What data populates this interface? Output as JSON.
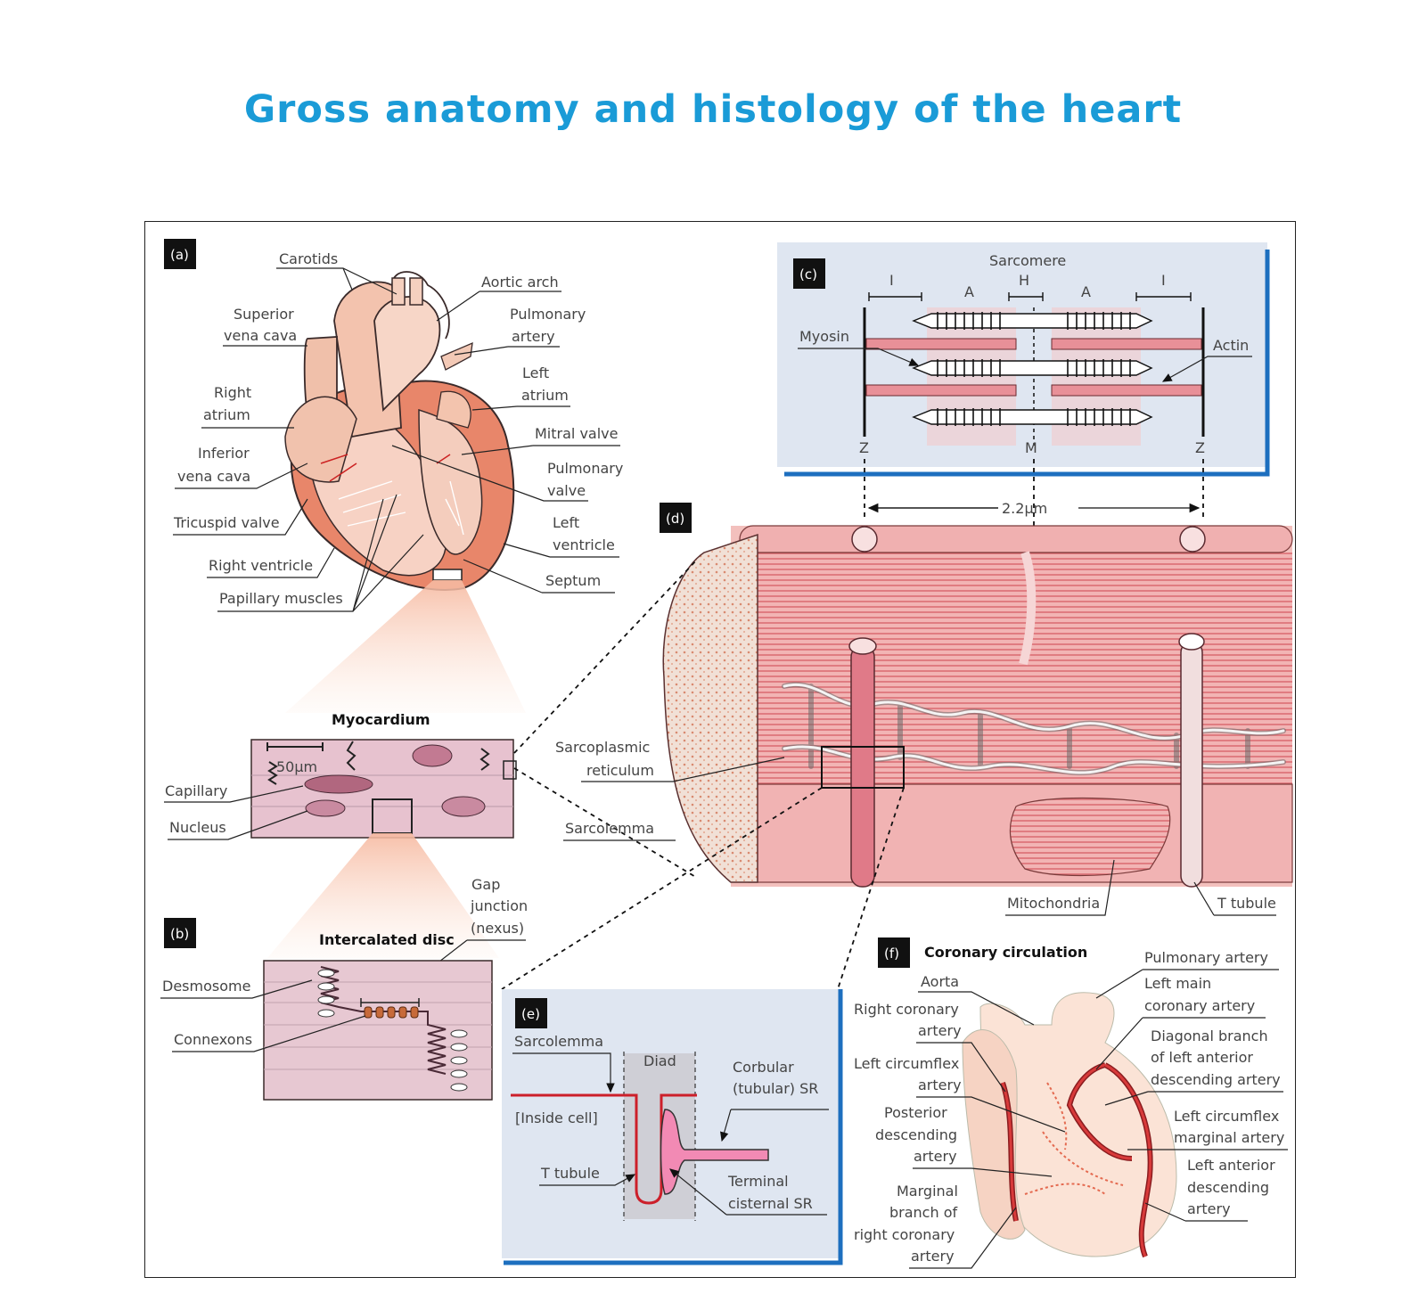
{
  "title": "Gross anatomy and histology of the heart",
  "panels": {
    "a": "(a)",
    "b": "(b)",
    "c": "(c)",
    "d": "(d)",
    "e": "(e)",
    "f": "(f)"
  },
  "heart": {
    "carotids": "Carotids",
    "aortic_arch": "Aortic arch",
    "superior_vena_cava_1": "Superior",
    "superior_vena_cava_2": "vena cava",
    "pulmonary_artery_1": "Pulmonary",
    "pulmonary_artery_2": "artery",
    "right_atrium_1": "Right",
    "right_atrium_2": "atrium",
    "left_atrium_1": "Left",
    "left_atrium_2": "atrium",
    "inferior_vena_cava_1": "Inferior",
    "inferior_vena_cava_2": "vena cava",
    "mitral_valve": "Mitral valve",
    "pulmonary_valve_1": "Pulmonary",
    "pulmonary_valve_2": "valve",
    "tricuspid_valve": "Tricuspid valve",
    "left_ventricle_1": "Left",
    "left_ventricle_2": "ventricle",
    "right_ventricle": "Right ventricle",
    "septum": "Septum",
    "papillary_muscles": "Papillary muscles"
  },
  "myocardium": {
    "title": "Myocardium",
    "scale": "50μm",
    "capillary": "Capillary",
    "nucleus": "Nucleus"
  },
  "disc": {
    "title": "Intercalated disc",
    "gap_junction_1": "Gap",
    "gap_junction_2": "junction",
    "gap_junction_3": "(nexus)",
    "desmosome": "Desmosome",
    "connexons": "Connexons"
  },
  "sarcomere": {
    "title": "Sarcomere",
    "i_left": "I",
    "a_left": "A",
    "h": "H",
    "a_right": "A",
    "i_right": "I",
    "myosin": "Myosin",
    "actin": "Actin",
    "z_left": "Z",
    "m": "M",
    "z_right": "Z"
  },
  "muscle": {
    "length": "2.2μm",
    "sarcoplasmic_1": "Sarcoplasmic",
    "sarcoplasmic_2": "reticulum",
    "sarcolemma": "Sarcolemma",
    "mitochondria": "Mitochondria",
    "t_tubule": "T tubule"
  },
  "diad": {
    "sarcolemma": "Sarcolemma",
    "diad": "Diad",
    "corbular_1": "Corbular",
    "corbular_2": "(tubular) SR",
    "inside_cell": "[Inside cell]",
    "t_tubule": "T tubule",
    "terminal_1": "Terminal",
    "terminal_2": "cisternal SR"
  },
  "coronary": {
    "title": "Coronary circulation",
    "aorta": "Aorta",
    "pulmonary_artery": "Pulmonary artery",
    "left_main_1": "Left main",
    "left_main_2": "coronary artery",
    "right_coronary_1": "Right coronary",
    "right_coronary_2": "artery",
    "diagonal_1": "Diagonal branch",
    "diagonal_2": "of left anterior",
    "diagonal_3": "descending artery",
    "left_circumflex_1": "Left circumflex",
    "left_circumflex_2": "artery",
    "lcx_marginal_1": "Left circumflex",
    "lcx_marginal_2": "marginal artery",
    "posterior_1": "Posterior",
    "posterior_2": "descending",
    "posterior_3": "artery",
    "lad_1": "Left anterior",
    "lad_2": "descending",
    "lad_3": "artery",
    "marginal_1": "Marginal",
    "marginal_2": "branch of",
    "marginal_3": "right coronary",
    "marginal_4": "artery"
  }
}
